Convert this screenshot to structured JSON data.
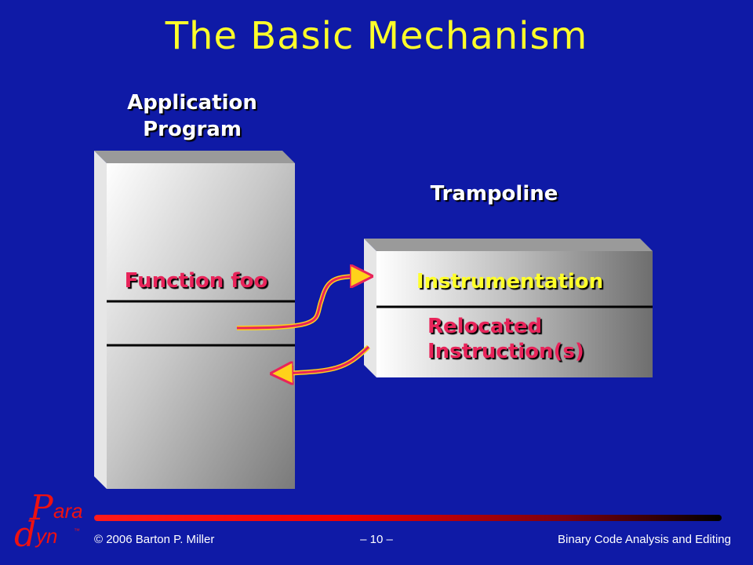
{
  "slide": {
    "title": "The Basic Mechanism"
  },
  "diagram": {
    "application_label_line1": "Application",
    "application_label_line2": "Program",
    "trampoline_label": "Trampoline",
    "function_label": "Function foo",
    "instrumentation_label": "Instrumentation",
    "relocated_line1": "Relocated",
    "relocated_line2": "Instruction(s)"
  },
  "footer": {
    "copyright": "© 2006 Barton P. Miller",
    "page": "– 10 –",
    "course": "Binary Code Analysis and Editing"
  },
  "logo": {
    "p": "P",
    "ara": "ara",
    "d": "d",
    "yn": "yn",
    "tm": "™"
  },
  "colors": {
    "background": "#0f1aa6",
    "title": "#ffff2a",
    "accent_pink": "#e8245a",
    "footer_red": "#ee0000"
  }
}
